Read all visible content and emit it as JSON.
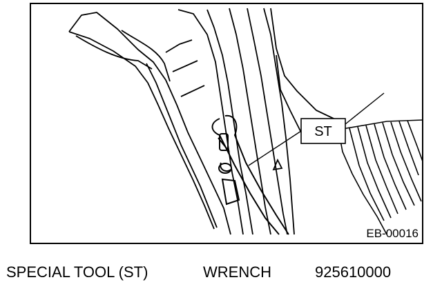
{
  "figure": {
    "callout_label": "ST",
    "figure_code": "EB-00016"
  },
  "caption": {
    "label": "SPECIAL TOOL (ST)",
    "name": "WRENCH",
    "part_number": "925610000"
  }
}
